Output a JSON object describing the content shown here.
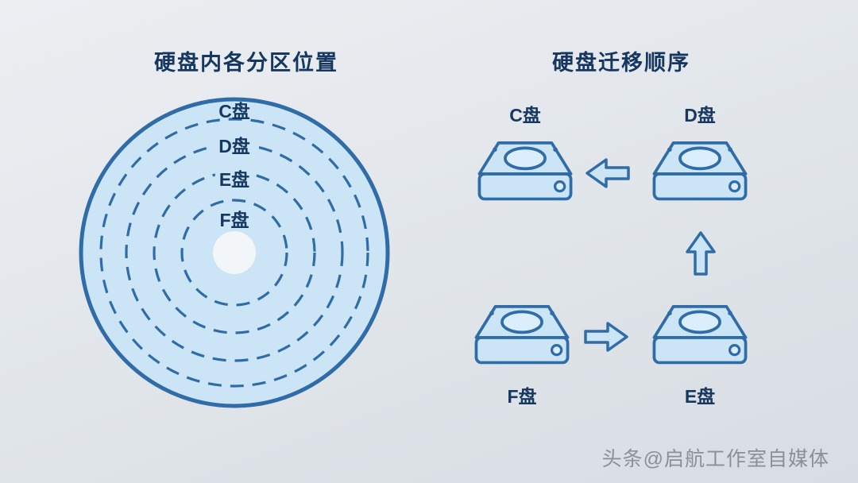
{
  "left_panel": {
    "title": "硬盘内各分区位置",
    "partitions": [
      "C盘",
      "D盘",
      "E盘",
      "F盘"
    ]
  },
  "right_panel": {
    "title": "硬盘迁移顺序",
    "drives": [
      {
        "position": "top-left",
        "label": "C盘"
      },
      {
        "position": "top-right",
        "label": "D盘"
      },
      {
        "position": "bottom-left",
        "label": "F盘"
      },
      {
        "position": "bottom-right",
        "label": "E盘"
      }
    ]
  },
  "watermark": "头条@启航工作室自媒体",
  "colors": {
    "background_top": "#eceff2",
    "background_bottom": "#d7dde3",
    "fill_light": "#cbe5f6",
    "fill_lighter": "#dbeefb",
    "stroke_dark": "#2f6ca8",
    "hole_fill": "#f2f6f9",
    "text_dark": "#16375f",
    "watermark_gray": "#8a9097"
  }
}
